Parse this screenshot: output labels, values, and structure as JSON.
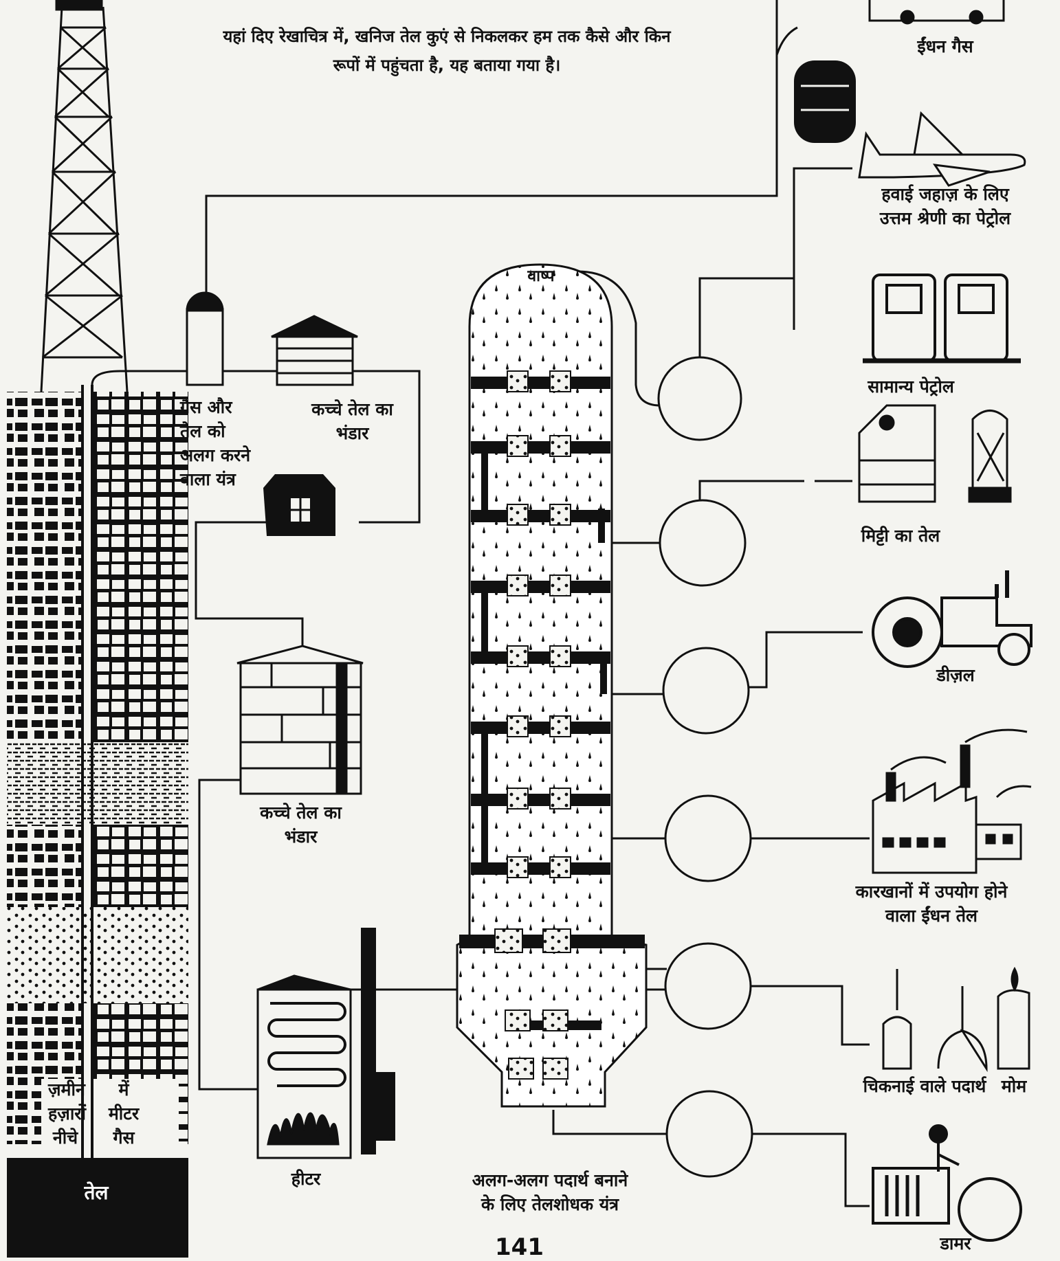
{
  "intro": {
    "line1": "यहां दिए रेखाचित्र में, खनिज तेल कुएं से निकलकर हम तक कैसे और किन",
    "line2": "रूपों में पहुंचता है, यह बताया गया है।"
  },
  "well": {
    "label_left": [
      "ज़मीन",
      "हज़ारों",
      "नीचे"
    ],
    "label_right": [
      "में",
      "मीटर",
      "गैस"
    ],
    "oil": "तेल"
  },
  "components": {
    "separator": [
      "गैस और",
      "तेल को",
      "अलग करने",
      "वाला यंत्र"
    ],
    "crude_store_top": [
      "कच्चे तेल का",
      "भंडार"
    ],
    "crude_store_mid": [
      "कच्चे तेल का",
      "भंडार"
    ],
    "heater": "हीटर",
    "refinery": [
      "अलग-अलग पदार्थ बनाने",
      "के लिए तेलशोधक यंत्र"
    ],
    "vapour": "वाष्प"
  },
  "products": {
    "fuel_gas": "ईंधन गैस",
    "aviation_petrol": [
      "हवाई जहाज़ के लिए",
      "उत्तम श्रेणी का पेट्रोल"
    ],
    "petrol": "सामान्य पेट्रोल",
    "kerosene": "मिट्टी का तेल",
    "diesel": "डीज़ल",
    "fuel_oil": [
      "कारखानों में उपयोग होने",
      "वाला ईंधन तेल"
    ],
    "lubricants": "चिकनाई वाले पदार्थ",
    "wax": "मोम",
    "bitumen": "डामर"
  },
  "page_number": "141"
}
